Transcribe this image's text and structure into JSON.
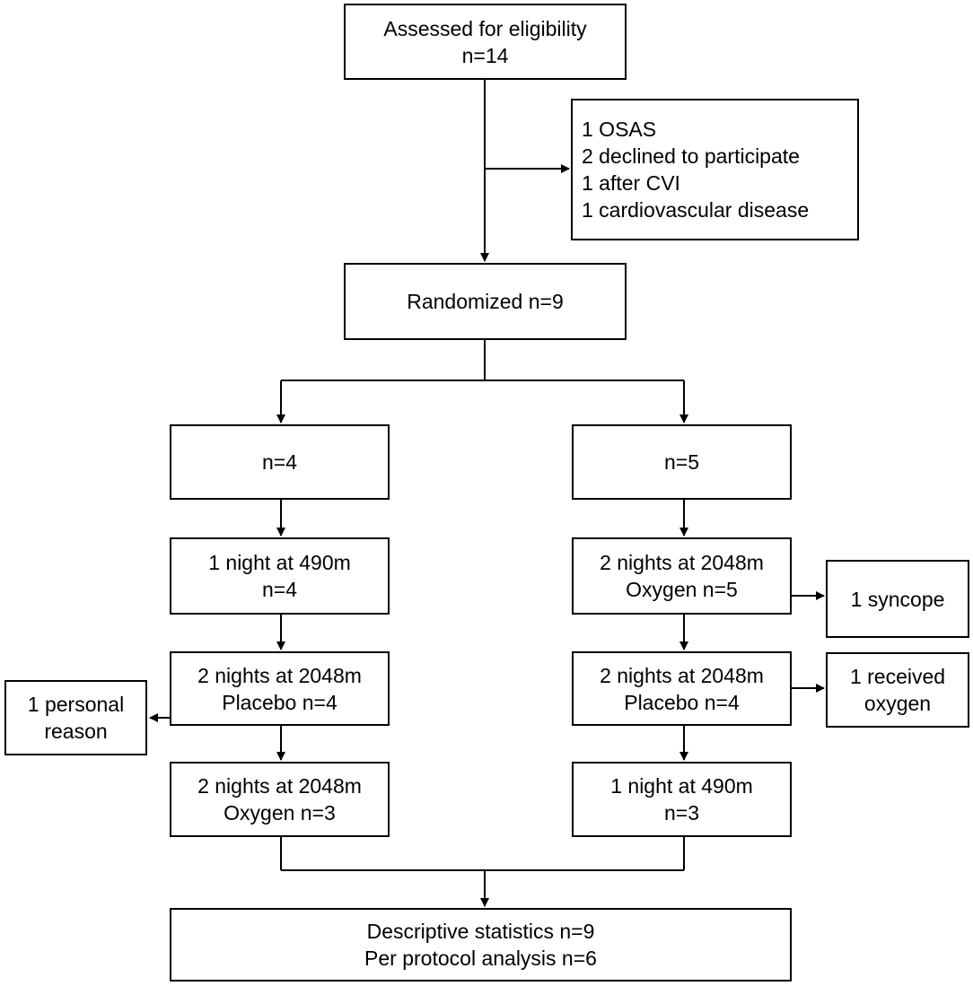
{
  "flowchart": {
    "eligibility": {
      "line1": "Assessed for eligibility",
      "line2": "n=14"
    },
    "exclusions": {
      "items": [
        "1 OSAS",
        "2 declined to participate",
        "1 after CVI",
        "1 cardiovascular disease"
      ]
    },
    "randomized": {
      "line1": "Randomized n=9"
    },
    "left_arm": {
      "group": "n=4",
      "step1": {
        "line1": "1 night at 490m",
        "line2": "n=4"
      },
      "step2": {
        "line1": "2 nights at 2048m",
        "line2": "Placebo n=4"
      },
      "dropout": {
        "line1": "1 personal",
        "line2": "reason"
      },
      "step3": {
        "line1": "2 nights at 2048m",
        "line2": "Oxygen n=3"
      }
    },
    "right_arm": {
      "group": "n=5",
      "step1": {
        "line1": "2 nights at 2048m",
        "line2": "Oxygen n=5"
      },
      "dropout1": {
        "line1": "1 syncope"
      },
      "step2": {
        "line1": "2 nights at 2048m",
        "line2": "Placebo n=4"
      },
      "dropout2": {
        "line1": "1 received",
        "line2": "oxygen"
      },
      "step3": {
        "line1": "1 night at 490m",
        "line2": "n=3"
      }
    },
    "analysis": {
      "line1": "Descriptive statistics n=9",
      "line2": "Per protocol analysis n=6"
    }
  }
}
